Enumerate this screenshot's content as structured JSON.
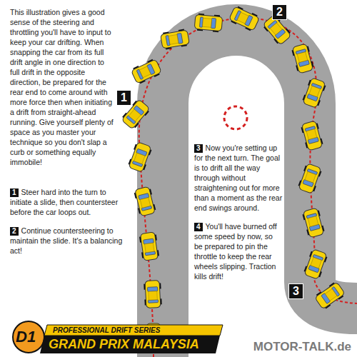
{
  "diagram": {
    "labels": [
      "This illustration gives a good sense of the steering and throttling you'll have to input to keep your car drifting. When snapping the car from its full drift angle in one direction to full drift in the opposite direction, be prepared for the rear end to come around with more force then when initiating a drift from straight-ahead running. Give yourself plenty of space as you master your technique so you don't slap a curb or something equally immobile!",
      "1",
      "Steer hard into the turn to initiate a slide, then countersteer before the car loops out.",
      "2",
      "Continue countersteering to maintain the slide. It's a balancing act!",
      "1",
      "2",
      "3",
      "Now you're setting up for the next turn. The goal is to drift all the way through without straightening out for more than a moment as the rear end swings around.",
      "4",
      "You'll have burned off some speed by now, so be prepared to pin the throttle to keep the rear wheels slipping. Traction kills drift!",
      "3",
      "D1",
      "PROFESSIONAL DRIFT SERIES",
      "GRAND PRIX MALAYSIA",
      "MOTOR-TALK.de"
    ]
  }
}
